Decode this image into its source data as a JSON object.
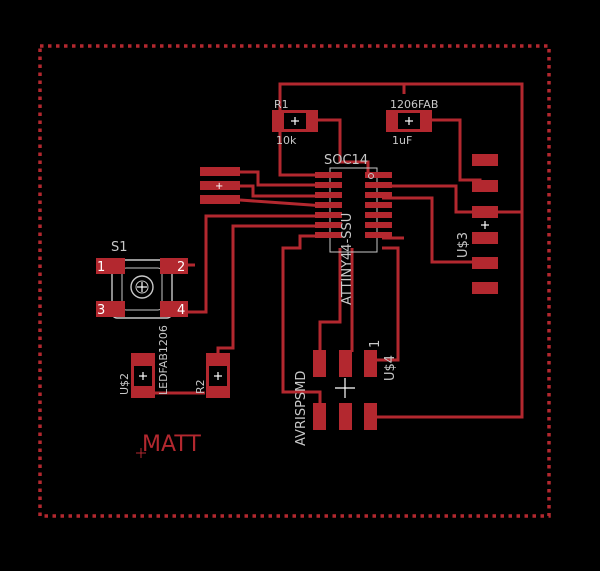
{
  "colors": {
    "background": "#000000",
    "copper": "#b3282f",
    "silkscreen": "#c8c8c8",
    "pin_label_bg": "#b3282f",
    "pin_label_text": "#ffffff"
  },
  "board": {
    "outline_style": "dotted"
  },
  "components": {
    "r1": {
      "name": "R1",
      "value": "10k"
    },
    "c1": {
      "name": "1206FAB",
      "value": "1uF"
    },
    "ic": {
      "package": "SOC14",
      "name": "ATTINY44-SSU"
    },
    "s1": {
      "name": "S1",
      "pins": [
        "1",
        "2",
        "3",
        "4"
      ]
    },
    "led": {
      "name": "U$2",
      "value": "LEDFAB1206"
    },
    "r2": {
      "name": "R2"
    },
    "u3": {
      "name": "U$3"
    },
    "u4": {
      "name": "U$4",
      "pin1": "1",
      "value": "AVRISPSMD"
    }
  },
  "credit": {
    "text": "MATT"
  }
}
